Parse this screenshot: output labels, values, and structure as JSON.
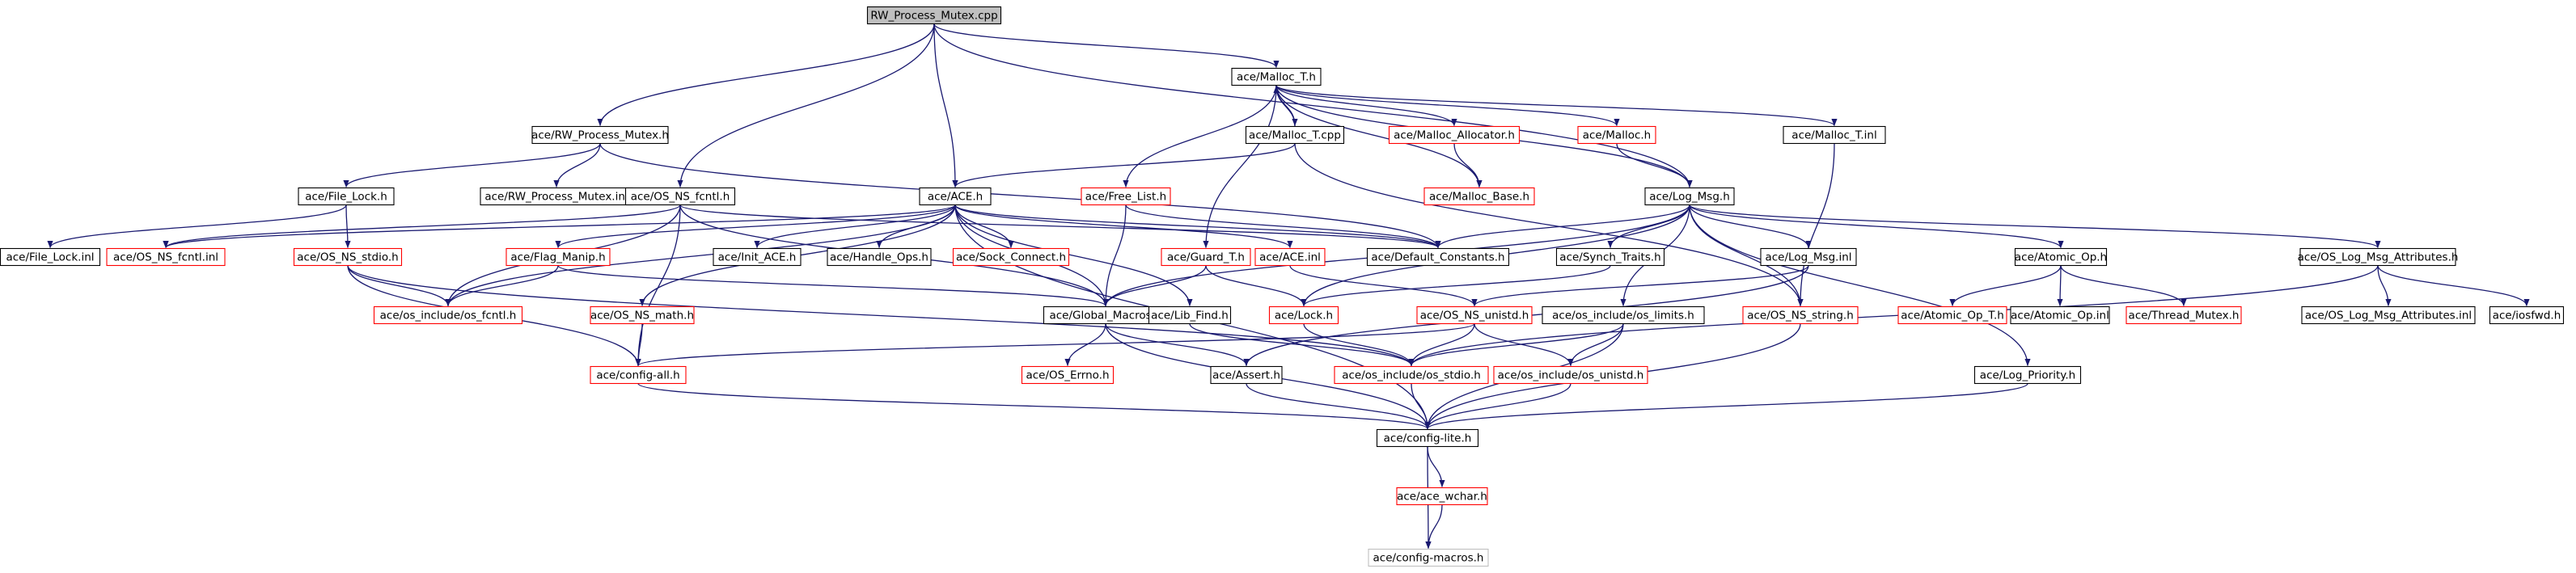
{
  "graph": {
    "root": "RW_Process_Mutex.cpp",
    "nodes": [
      {
        "id": "root",
        "label": "RW_Process_Mutex.cpp",
        "style": "root"
      },
      {
        "id": "malloc_t_h",
        "label": "ace/Malloc_T.h",
        "style": "doc"
      },
      {
        "id": "rw_pm_h",
        "label": "ace/RW_Process_Mutex.h",
        "style": "doc"
      },
      {
        "id": "malloc_t_cpp",
        "label": "ace/Malloc_T.cpp",
        "style": "doc"
      },
      {
        "id": "malloc_alloc",
        "label": "ace/Malloc_Allocator.h",
        "style": "missing"
      },
      {
        "id": "malloc_h",
        "label": "ace/Malloc.h",
        "style": "missing"
      },
      {
        "id": "malloc_t_inl",
        "label": "ace/Malloc_T.inl",
        "style": "doc"
      },
      {
        "id": "file_lock_h",
        "label": "ace/File_Lock.h",
        "style": "doc"
      },
      {
        "id": "rw_pm_inl",
        "label": "ace/RW_Process_Mutex.inl",
        "style": "doc"
      },
      {
        "id": "os_ns_fcntl_h",
        "label": "ace/OS_NS_fcntl.h",
        "style": "doc"
      },
      {
        "id": "ace_h",
        "label": "ace/ACE.h",
        "style": "doc"
      },
      {
        "id": "free_list",
        "label": "ace/Free_List.h",
        "style": "missing"
      },
      {
        "id": "malloc_base",
        "label": "ace/Malloc_Base.h",
        "style": "missing"
      },
      {
        "id": "log_msg_h",
        "label": "ace/Log_Msg.h",
        "style": "doc"
      },
      {
        "id": "file_lock_inl",
        "label": "ace/File_Lock.inl",
        "style": "doc"
      },
      {
        "id": "os_ns_fcntl_inl",
        "label": "ace/OS_NS_fcntl.inl",
        "style": "missing"
      },
      {
        "id": "os_ns_stdio",
        "label": "ace/OS_NS_stdio.h",
        "style": "missing"
      },
      {
        "id": "flag_manip",
        "label": "ace/Flag_Manip.h",
        "style": "missing"
      },
      {
        "id": "init_ace",
        "label": "ace/Init_ACE.h",
        "style": "doc"
      },
      {
        "id": "handle_ops",
        "label": "ace/Handle_Ops.h",
        "style": "doc"
      },
      {
        "id": "sock_connect",
        "label": "ace/Sock_Connect.h",
        "style": "missing"
      },
      {
        "id": "guard_t",
        "label": "ace/Guard_T.h",
        "style": "missing"
      },
      {
        "id": "ace_inl",
        "label": "ace/ACE.inl",
        "style": "missing"
      },
      {
        "id": "default_constants",
        "label": "ace/Default_Constants.h",
        "style": "doc"
      },
      {
        "id": "synch_traits",
        "label": "ace/Synch_Traits.h",
        "style": "doc"
      },
      {
        "id": "log_msg_inl",
        "label": "ace/Log_Msg.inl",
        "style": "doc"
      },
      {
        "id": "atomic_op_h",
        "label": "ace/Atomic_Op.h",
        "style": "doc"
      },
      {
        "id": "os_log_msg_attr",
        "label": "ace/OS_Log_Msg_Attributes.h",
        "style": "doc"
      },
      {
        "id": "os_include_fcntl",
        "label": "ace/os_include/os_fcntl.h",
        "style": "missing"
      },
      {
        "id": "os_ns_math",
        "label": "ace/OS_NS_math.h",
        "style": "missing"
      },
      {
        "id": "global_macros",
        "label": "ace/Global_Macros.h",
        "style": "doc"
      },
      {
        "id": "lib_find",
        "label": "ace/Lib_Find.h",
        "style": "doc"
      },
      {
        "id": "lock_h",
        "label": "ace/Lock.h",
        "style": "missing"
      },
      {
        "id": "os_ns_unistd",
        "label": "ace/OS_NS_unistd.h",
        "style": "missing"
      },
      {
        "id": "os_include_limits",
        "label": "ace/os_include/os_limits.h",
        "style": "doc"
      },
      {
        "id": "os_ns_string",
        "label": "ace/OS_NS_string.h",
        "style": "missing"
      },
      {
        "id": "atomic_op_t",
        "label": "ace/Atomic_Op_T.h",
        "style": "missing"
      },
      {
        "id": "atomic_op_inl",
        "label": "ace/Atomic_Op.inl",
        "style": "doc"
      },
      {
        "id": "thread_mutex",
        "label": "ace/Thread_Mutex.h",
        "style": "missing"
      },
      {
        "id": "os_log_msg_attr_inl",
        "label": "ace/OS_Log_Msg_Attributes.inl",
        "style": "doc"
      },
      {
        "id": "iosfwd",
        "label": "ace/iosfwd.h",
        "style": "doc"
      },
      {
        "id": "config_all",
        "label": "ace/config-all.h",
        "style": "missing"
      },
      {
        "id": "os_errno",
        "label": "ace/OS_Errno.h",
        "style": "missing"
      },
      {
        "id": "assert_h",
        "label": "ace/Assert.h",
        "style": "doc"
      },
      {
        "id": "os_include_stdio",
        "label": "ace/os_include/os_stdio.h",
        "style": "missing"
      },
      {
        "id": "os_include_unistd",
        "label": "ace/os_include/os_unistd.h",
        "style": "missing"
      },
      {
        "id": "log_priority",
        "label": "ace/Log_Priority.h",
        "style": "doc"
      },
      {
        "id": "config_lite",
        "label": "ace/config-lite.h",
        "style": "doc"
      },
      {
        "id": "ace_wchar",
        "label": "ace/ace_wchar.h",
        "style": "missing"
      },
      {
        "id": "config_macros",
        "label": "ace/config-macros.h",
        "style": "plain"
      }
    ],
    "edges": [
      [
        "root",
        "malloc_t_h"
      ],
      [
        "root",
        "rw_pm_h"
      ],
      [
        "root",
        "os_ns_fcntl_h"
      ],
      [
        "root",
        "ace_h"
      ],
      [
        "root",
        "log_msg_h"
      ],
      [
        "malloc_t_h",
        "malloc_t_cpp"
      ],
      [
        "malloc_t_cpp",
        "malloc_t_h"
      ],
      [
        "malloc_t_h",
        "malloc_alloc"
      ],
      [
        "malloc_t_h",
        "malloc_h"
      ],
      [
        "malloc_t_h",
        "malloc_t_inl"
      ],
      [
        "malloc_t_h",
        "free_list"
      ],
      [
        "malloc_t_h",
        "malloc_base"
      ],
      [
        "malloc_t_h",
        "guard_t"
      ],
      [
        "malloc_t_h",
        "log_msg_h"
      ],
      [
        "malloc_t_cpp",
        "ace_h"
      ],
      [
        "malloc_t_cpp",
        "os_ns_string"
      ],
      [
        "malloc_alloc",
        "malloc_base"
      ],
      [
        "malloc_h",
        "log_msg_h"
      ],
      [
        "malloc_t_inl",
        "os_ns_string"
      ],
      [
        "rw_pm_h",
        "file_lock_h"
      ],
      [
        "rw_pm_h",
        "rw_pm_inl"
      ],
      [
        "rw_pm_h",
        "default_constants"
      ],
      [
        "file_lock_h",
        "file_lock_inl"
      ],
      [
        "file_lock_h",
        "os_ns_stdio"
      ],
      [
        "os_ns_fcntl_h",
        "os_ns_fcntl_inl"
      ],
      [
        "os_ns_fcntl_h",
        "os_include_fcntl"
      ],
      [
        "os_ns_fcntl_h",
        "global_macros"
      ],
      [
        "os_ns_fcntl_h",
        "default_constants"
      ],
      [
        "os_ns_fcntl_h",
        "config_all"
      ],
      [
        "ace_h",
        "os_ns_fcntl_inl"
      ],
      [
        "ace_h",
        "flag_manip"
      ],
      [
        "ace_h",
        "init_ace"
      ],
      [
        "ace_h",
        "handle_ops"
      ],
      [
        "ace_h",
        "sock_connect"
      ],
      [
        "ace_h",
        "ace_inl"
      ],
      [
        "ace_h",
        "default_constants"
      ],
      [
        "ace_h",
        "global_macros"
      ],
      [
        "ace_h",
        "lib_find"
      ],
      [
        "ace_h",
        "os_ns_math"
      ],
      [
        "ace_h",
        "os_include_fcntl"
      ],
      [
        "ace_h",
        "config_lite"
      ],
      [
        "free_list",
        "global_macros"
      ],
      [
        "free_list",
        "default_constants"
      ],
      [
        "guard_t",
        "global_macros"
      ],
      [
        "guard_t",
        "lock_h"
      ],
      [
        "ace_inl",
        "os_ns_unistd"
      ],
      [
        "log_msg_h",
        "default_constants"
      ],
      [
        "log_msg_h",
        "synch_traits"
      ],
      [
        "log_msg_h",
        "log_msg_inl"
      ],
      [
        "log_msg_h",
        "atomic_op_h"
      ],
      [
        "log_msg_h",
        "os_log_msg_attr"
      ],
      [
        "log_msg_h",
        "log_priority"
      ],
      [
        "log_msg_h",
        "os_include_limits"
      ],
      [
        "log_msg_h",
        "lock_h"
      ],
      [
        "log_msg_h",
        "os_ns_string"
      ],
      [
        "log_msg_h",
        "global_macros"
      ],
      [
        "synch_traits",
        "lock_h"
      ],
      [
        "log_msg_inl",
        "os_ns_unistd"
      ],
      [
        "log_msg_inl",
        "assert_h"
      ],
      [
        "atomic_op_h",
        "atomic_op_t"
      ],
      [
        "atomic_op_h",
        "atomic_op_inl"
      ],
      [
        "atomic_op_h",
        "thread_mutex"
      ],
      [
        "os_log_msg_attr",
        "os_log_msg_attr_inl"
      ],
      [
        "os_log_msg_attr",
        "iosfwd"
      ],
      [
        "os_log_msg_attr",
        "os_include_stdio"
      ],
      [
        "os_ns_stdio",
        "os_include_fcntl"
      ],
      [
        "os_ns_stdio",
        "config_all"
      ],
      [
        "os_ns_stdio",
        "os_include_stdio"
      ],
      [
        "flag_manip",
        "global_macros"
      ],
      [
        "flag_manip",
        "os_include_fcntl"
      ],
      [
        "os_ns_math",
        "config_all"
      ],
      [
        "global_macros",
        "os_errno"
      ],
      [
        "global_macros",
        "assert_h"
      ],
      [
        "global_macros",
        "config_lite"
      ],
      [
        "lib_find",
        "os_include_stdio"
      ],
      [
        "lock_h",
        "os_include_stdio"
      ],
      [
        "os_ns_unistd",
        "config_all"
      ],
      [
        "os_ns_unistd",
        "os_include_stdio"
      ],
      [
        "os_ns_unistd",
        "os_include_unistd"
      ],
      [
        "os_include_limits",
        "os_include_stdio"
      ],
      [
        "os_include_limits",
        "os_include_unistd"
      ],
      [
        "os_include_limits",
        "config_lite"
      ],
      [
        "os_ns_string",
        "config_lite"
      ],
      [
        "config_all",
        "config_lite"
      ],
      [
        "os_include_stdio",
        "config_lite"
      ],
      [
        "os_include_unistd",
        "config_lite"
      ],
      [
        "log_priority",
        "config_lite"
      ],
      [
        "assert_h",
        "config_lite"
      ],
      [
        "config_lite",
        "ace_wchar"
      ],
      [
        "config_lite",
        "config_macros"
      ],
      [
        "ace_wchar",
        "config_macros"
      ]
    ]
  },
  "colors": {
    "edge": "#191970",
    "doc_border": "#000000",
    "missing_border": "#ff0000",
    "plain_border": "#bfbfbf",
    "root_fill": "#bfbfbf",
    "text": "#000000"
  }
}
